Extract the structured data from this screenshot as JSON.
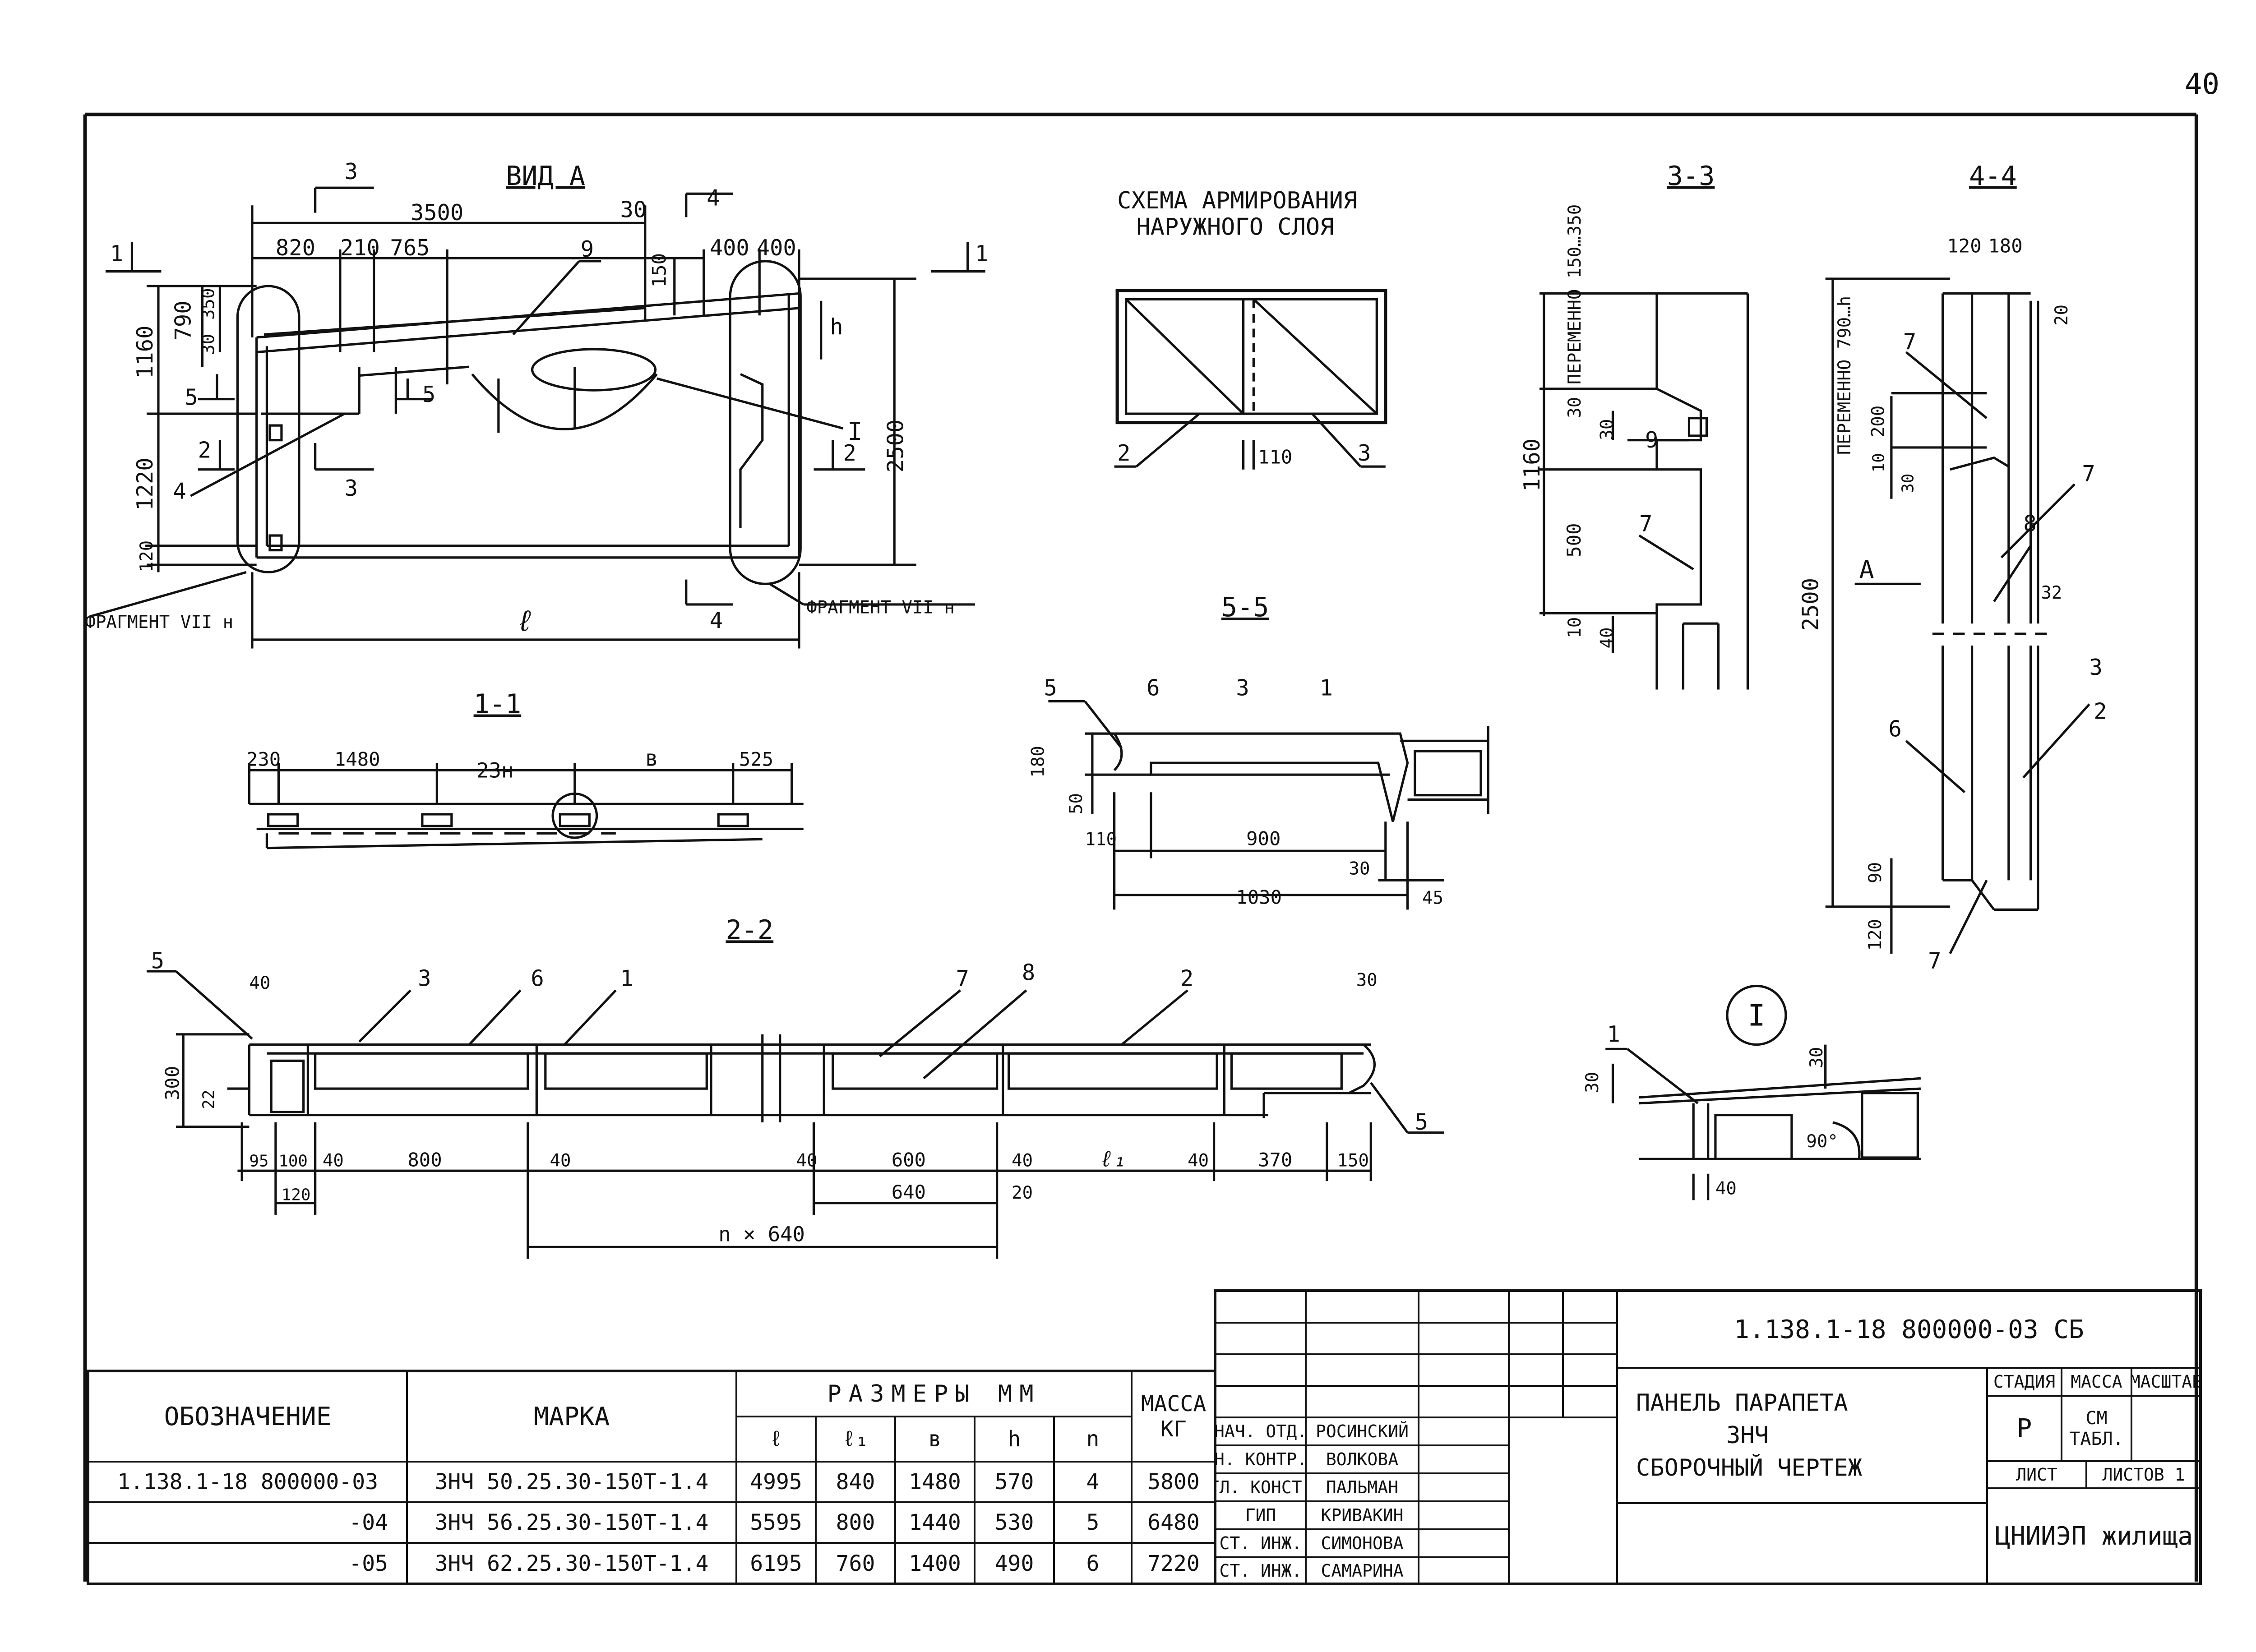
{
  "page_number": "40",
  "views": {
    "view_a": {
      "title": "ВИД А",
      "dims": [
        "3500",
        "30",
        "820",
        "210",
        "765",
        "400",
        "400",
        "1160",
        "790",
        "350",
        "30",
        "1220",
        "120",
        "150",
        "h",
        "2500",
        "ℓ"
      ],
      "markers": [
        "1",
        "1",
        "2",
        "2",
        "3",
        "3",
        "4",
        "4",
        "5",
        "5"
      ],
      "callouts": [
        "9",
        "4",
        "I"
      ],
      "fragments": [
        "ФРАГМЕНТ VII н",
        "ФРАГМЕНТ VII н"
      ]
    },
    "scheme": {
      "title_line1": "СХЕМА АРМИРОВАНИЯ",
      "title_line2": "НАРУЖНОГО СЛОЯ",
      "labels": [
        "2",
        "3",
        "110"
      ]
    },
    "section_3_3": {
      "title": "3-3",
      "labels": [
        "ПЕРЕМЕННО 150…350",
        "1160",
        "30",
        "30",
        "500",
        "10",
        "40",
        "9",
        "7"
      ]
    },
    "section_4_4": {
      "title": "4-4",
      "labels": [
        "ПЕРЕМЕННО 790…h",
        "120",
        "180",
        "20",
        "7",
        "200",
        "10",
        "30",
        "7",
        "8",
        "2500",
        "A",
        "32",
        "3",
        "2",
        "6",
        "90",
        "120",
        "7"
      ]
    },
    "section_1_1": {
      "title": "1-1",
      "labels": [
        "230",
        "1480",
        "23н",
        "в",
        "525"
      ]
    },
    "section_5_5": {
      "title": "5-5",
      "labels": [
        "5",
        "6",
        "3",
        "1",
        "180",
        "50",
        "110",
        "900",
        "30",
        "1030",
        "45"
      ]
    },
    "section_2_2": {
      "title": "2-2",
      "labels": [
        "5",
        "40",
        "3",
        "6",
        "1",
        "7",
        "8",
        "2",
        "30",
        "300",
        "22",
        "95",
        "100",
        "40",
        "800",
        "40",
        "120",
        "40",
        "600",
        "40",
        "ℓ₁",
        "40",
        "370",
        "150",
        "640",
        "20",
        "n × 640",
        "5"
      ]
    },
    "detail_i": {
      "title": "I",
      "labels": [
        "1",
        "30",
        "30",
        "90°",
        "40"
      ]
    }
  },
  "title_block": {
    "doc_code": "1.138.1-18 800000-03 СБ",
    "title_line1": "ПАНЕЛЬ ПАРАПЕТА",
    "title_line2": "ЗНЧ",
    "title_line3": "СБОРОЧНЫЙ ЧЕРТЕЖ",
    "stage_header": "СТАДИЯ",
    "mass_header": "МАССА",
    "scale_header": "МАСШТАБ",
    "stage_value": "Р",
    "mass_value": "СМ ТАБЛ.",
    "sheet_label": "ЛИСТ",
    "sheets_label": "ЛИСТОВ 1",
    "org": "ЦНИИЭП жилища",
    "signatures": [
      {
        "role": "НАЧ. ОТД.",
        "name": "РОСИНСКИЙ"
      },
      {
        "role": "Н. КОНТР.",
        "name": "ВОЛКОВА"
      },
      {
        "role": "ГЛ. КОНСТ.",
        "name": "ПАЛЬМАН"
      },
      {
        "role": "ГИП",
        "name": "КРИВАКИН"
      },
      {
        "role": "СТ. ИНЖ.",
        "name": "СИМОНОВА"
      },
      {
        "role": "СТ. ИНЖ.",
        "name": "САМАРИНА"
      }
    ]
  },
  "spec_table": {
    "h_designation": "ОБОЗНАЧЕНИЕ",
    "h_mark": "МАРКА",
    "h_sizes": "РАЗМЕРЫ ММ",
    "h_mass": "МАССА КГ",
    "sub_headers": [
      "ℓ",
      "ℓ₁",
      "в",
      "h",
      "n"
    ],
    "rows": [
      {
        "designation": "1.138.1-18 800000-03",
        "mark": "ЗНЧ 50.25.30-150Т-1.4",
        "l": "4995",
        "l1": "840",
        "b": "1480",
        "h": "570",
        "n": "4",
        "mass": "5800"
      },
      {
        "designation": "-04",
        "mark": "ЗНЧ 56.25.30-150Т-1.4",
        "l": "5595",
        "l1": "800",
        "b": "1440",
        "h": "530",
        "n": "5",
        "mass": "6480"
      },
      {
        "designation": "-05",
        "mark": "ЗНЧ 62.25.30-150Т-1.4",
        "l": "6195",
        "l1": "760",
        "b": "1400",
        "h": "490",
        "n": "6",
        "mass": "7220"
      }
    ]
  }
}
